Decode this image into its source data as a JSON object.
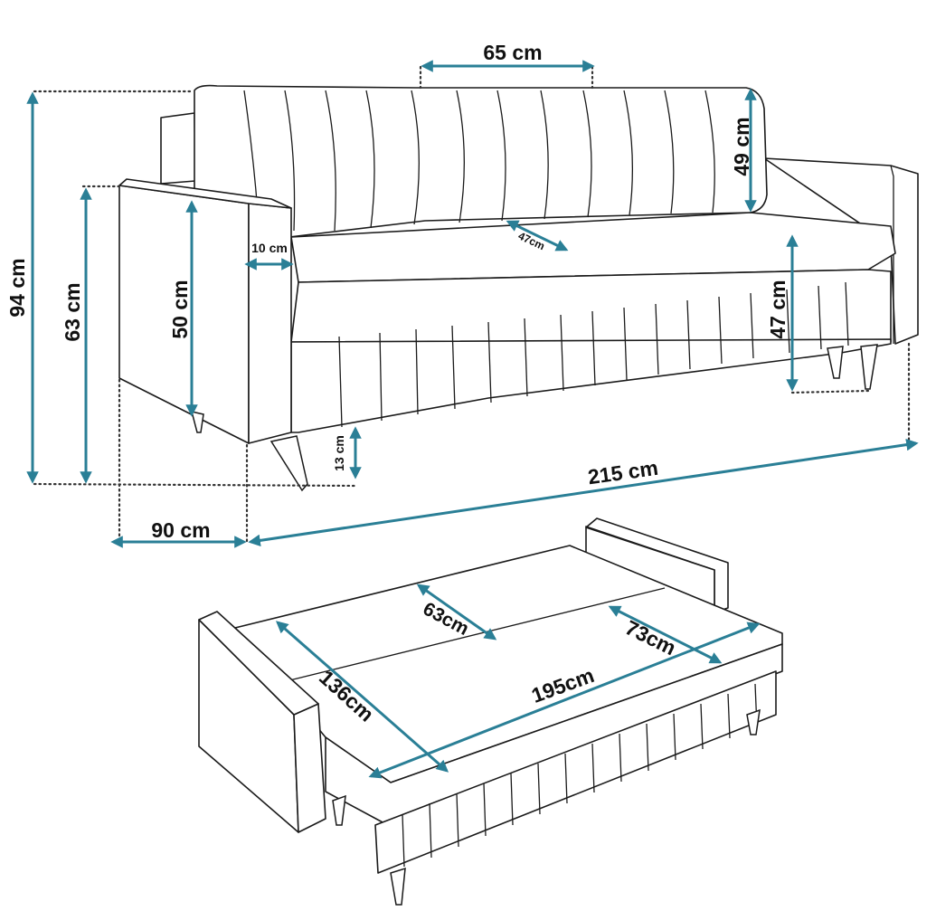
{
  "colors": {
    "accent": "#2a7f96",
    "outline": "#1a1a1a"
  },
  "dimensions": {
    "total_height": "94 cm",
    "armrest_height": "63 cm",
    "arm_inner_height": "50 cm",
    "leg_height": "13 cm",
    "depth": "90 cm",
    "width": "215 cm",
    "cushion_width": "65 cm",
    "cushion_height": "49 cm",
    "seat_depth": "47cm",
    "seat_height": "47 cm",
    "arm_width": "10 cm"
  },
  "bed_dimensions": {
    "bed_depth": "136cm",
    "bed_width": "195cm",
    "backrest_depth": "63cm",
    "seat_part_depth": "73cm"
  }
}
